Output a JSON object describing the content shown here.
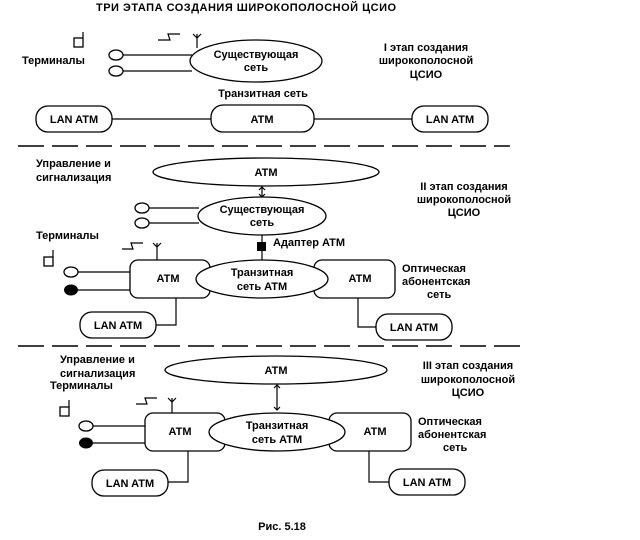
{
  "title": "ТРИ  ЭТАПА  СОЗДАНИЯ  ШИРОКОПОЛОСНОЙ  ЦСИО",
  "caption": "Рис. 5.18",
  "stage1": {
    "terminals": "Терминалы",
    "existing_1": "Существующая",
    "existing_2": "сеть",
    "stage_1": "I этап создания",
    "stage_2": "широкополосной",
    "stage_3": "ЦСИО",
    "transit": "Транзитная  сеть",
    "lan_left": "LAN ATM",
    "atm": "ATM",
    "lan_right": "LAN ATM"
  },
  "stage2": {
    "control_1": "Управление и",
    "control_2": "сигнализация",
    "atm_top": "ATM",
    "stage_1": "II этап создания",
    "stage_2": "широкополосной",
    "stage_3": "ЦСИО",
    "existing_1": "Существующая",
    "existing_2": "сеть",
    "terminals": "Терминалы",
    "adapter": "Адаптер ATM",
    "atm_left": "ATM",
    "transit_1": "Транзитная",
    "transit_2": "сеть  ATM",
    "atm_right": "ATM",
    "optical_1": "Оптическая",
    "optical_2": "абонентская",
    "optical_3": "сеть",
    "lan_left": "LAN ATM",
    "lan_right": "LAN ATM"
  },
  "stage3": {
    "control_1": "Управление и",
    "control_2": "сигнализация",
    "atm_top": "ATM",
    "stage_1": "III этап создания",
    "stage_2": "широкополосной",
    "stage_3": "ЦСИО",
    "terminals": "Терминалы",
    "atm_left": "ATM",
    "transit_1": "Транзитная",
    "transit_2": "сеть  ATM",
    "atm_right": "ATM",
    "optical_1": "Оптическая",
    "optical_2": "абонентская",
    "optical_3": "сеть",
    "lan_left": "LAN ATM",
    "lan_right": "LAN ATM"
  }
}
